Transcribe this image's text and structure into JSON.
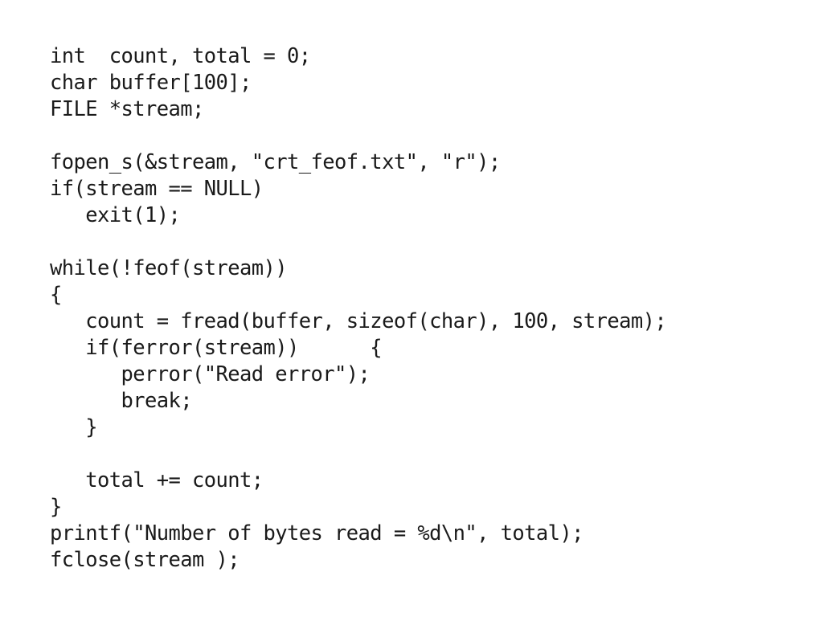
{
  "code": {
    "lines": [
      "int  count, total = 0;",
      "char buffer[100];",
      "FILE *stream;",
      "",
      "fopen_s(&stream, \"crt_feof.txt\", \"r\");",
      "if(stream == NULL)",
      "   exit(1);",
      "",
      "while(!feof(stream))",
      "{",
      "   count = fread(buffer, sizeof(char), 100, stream);",
      "   if(ferror(stream))      {",
      "      perror(\"Read error\");",
      "      break;",
      "   }",
      "",
      "   total += count;",
      "}",
      "printf(\"Number of bytes read = %d\\n\", total);",
      "fclose(stream );"
    ]
  }
}
